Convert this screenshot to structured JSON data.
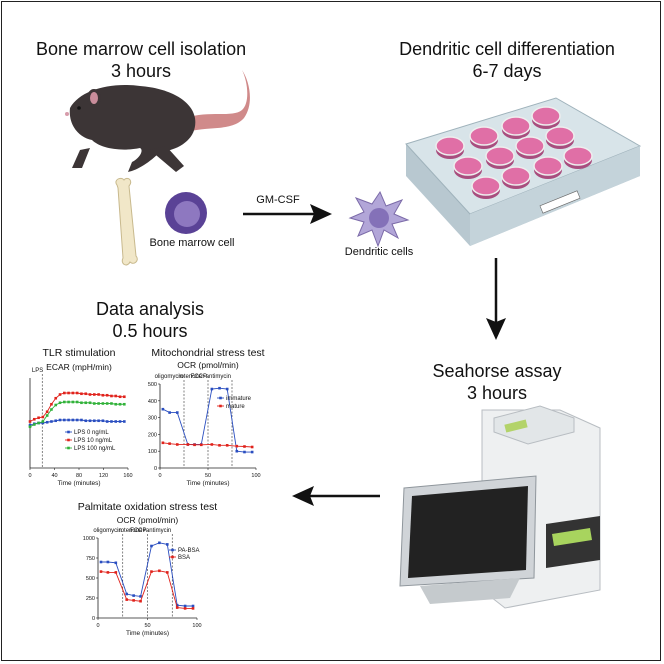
{
  "stages": {
    "isolation": {
      "title": "Bone marrow cell isolation",
      "duration": "3 hours"
    },
    "differentiation": {
      "title": "Dendritic cell differentiation",
      "duration": "6-7 days"
    },
    "seahorse": {
      "title": "Seahorse assay",
      "duration": "3 hours"
    },
    "analysis": {
      "title": "Data analysis",
      "duration": "0.5 hours"
    }
  },
  "labels": {
    "bone_marrow_cell": "Bone marrow cell",
    "gm_csf": "GM-CSF",
    "dendritic_cells": "Dendritic cells"
  },
  "colors": {
    "blue": "#2a4ec0",
    "red": "#e0231c",
    "green": "#31b23a",
    "mouse": "#3c3536",
    "plate": "#cfdde3",
    "well": "#e06fa6",
    "cell": "#7b5cb0"
  },
  "chart_data": [
    {
      "type": "line",
      "title": "TLR stimulation",
      "subtitle": "ECAR (mpH/min)",
      "xlabel": "Time (minutes)",
      "xlim": [
        0,
        160
      ],
      "xticks": [
        "0",
        "40",
        "80",
        "120",
        "160"
      ],
      "ylim": [
        0,
        120
      ],
      "injection": {
        "label": "LPS",
        "x": 20
      },
      "x": [
        0,
        7,
        14,
        21,
        28,
        35,
        42,
        49,
        56,
        63,
        70,
        77,
        84,
        91,
        98,
        105,
        112,
        119,
        126,
        133,
        140,
        147,
        154
      ],
      "series": [
        {
          "name": "LPS 0 ng/mL",
          "color": "blue",
          "values": [
            57,
            59,
            60,
            60,
            61,
            62,
            63,
            64,
            64,
            64,
            64,
            64,
            64,
            63,
            63,
            63,
            63,
            63,
            62,
            62,
            62,
            62,
            62
          ]
        },
        {
          "name": "LPS 10 ng/mL",
          "color": "red",
          "values": [
            62,
            65,
            67,
            68,
            75,
            85,
            93,
            98,
            100,
            100,
            100,
            100,
            99,
            99,
            98,
            98,
            98,
            97,
            97,
            96,
            96,
            95,
            95
          ]
        },
        {
          "name": "LPS 100 ng/mL",
          "color": "green",
          "values": [
            55,
            58,
            60,
            62,
            70,
            78,
            84,
            87,
            88,
            88,
            88,
            88,
            87,
            87,
            87,
            86,
            86,
            86,
            86,
            86,
            85,
            85,
            85
          ]
        }
      ]
    },
    {
      "type": "line",
      "title": "Mitochondrial stress test",
      "subtitle": "OCR (pmol/min)",
      "xlabel": "Time (minutes)",
      "xlim": [
        0,
        100
      ],
      "xticks": [
        "0",
        "50",
        "100"
      ],
      "ylim": [
        0,
        500
      ],
      "yticks": [
        "0",
        "100",
        "200",
        "300",
        "400",
        "500"
      ],
      "injections": [
        {
          "label": "oligomycin",
          "x": 25
        },
        {
          "label": "FCCP",
          "x": 50
        },
        {
          "label": "rotenone+antimycin",
          "x": 75
        }
      ],
      "x": [
        3,
        10,
        18,
        29,
        36,
        43,
        54,
        62,
        70,
        80,
        88,
        96
      ],
      "series": [
        {
          "name": "immature",
          "color": "blue",
          "values": [
            350,
            330,
            330,
            140,
            140,
            140,
            470,
            475,
            470,
            100,
            95,
            95
          ]
        },
        {
          "name": "mature",
          "color": "red",
          "values": [
            150,
            145,
            140,
            140,
            138,
            138,
            140,
            135,
            135,
            130,
            128,
            125
          ]
        }
      ]
    },
    {
      "type": "line",
      "title": "Palmitate oxidation stress test",
      "subtitle": "OCR (pmol/min)",
      "xlabel": "Time (minutes)",
      "xlim": [
        0,
        100
      ],
      "xticks": [
        "0",
        "50",
        "100"
      ],
      "ylim": [
        0,
        1000
      ],
      "yticks": [
        "0",
        "250",
        "500",
        "750",
        "1000"
      ],
      "injections": [
        {
          "label": "oligomycin",
          "x": 25
        },
        {
          "label": "FCCP",
          "x": 50
        },
        {
          "label": "rotenone+antimycin",
          "x": 75
        }
      ],
      "x": [
        3,
        10,
        18,
        29,
        36,
        43,
        54,
        62,
        70,
        80,
        88,
        96
      ],
      "series": [
        {
          "name": "PA-BSA",
          "color": "blue",
          "values": [
            700,
            700,
            690,
            300,
            280,
            270,
            900,
            940,
            920,
            160,
            150,
            150
          ]
        },
        {
          "name": "BSA",
          "color": "red",
          "values": [
            580,
            570,
            570,
            230,
            220,
            210,
            580,
            590,
            570,
            130,
            120,
            120
          ]
        }
      ]
    }
  ]
}
